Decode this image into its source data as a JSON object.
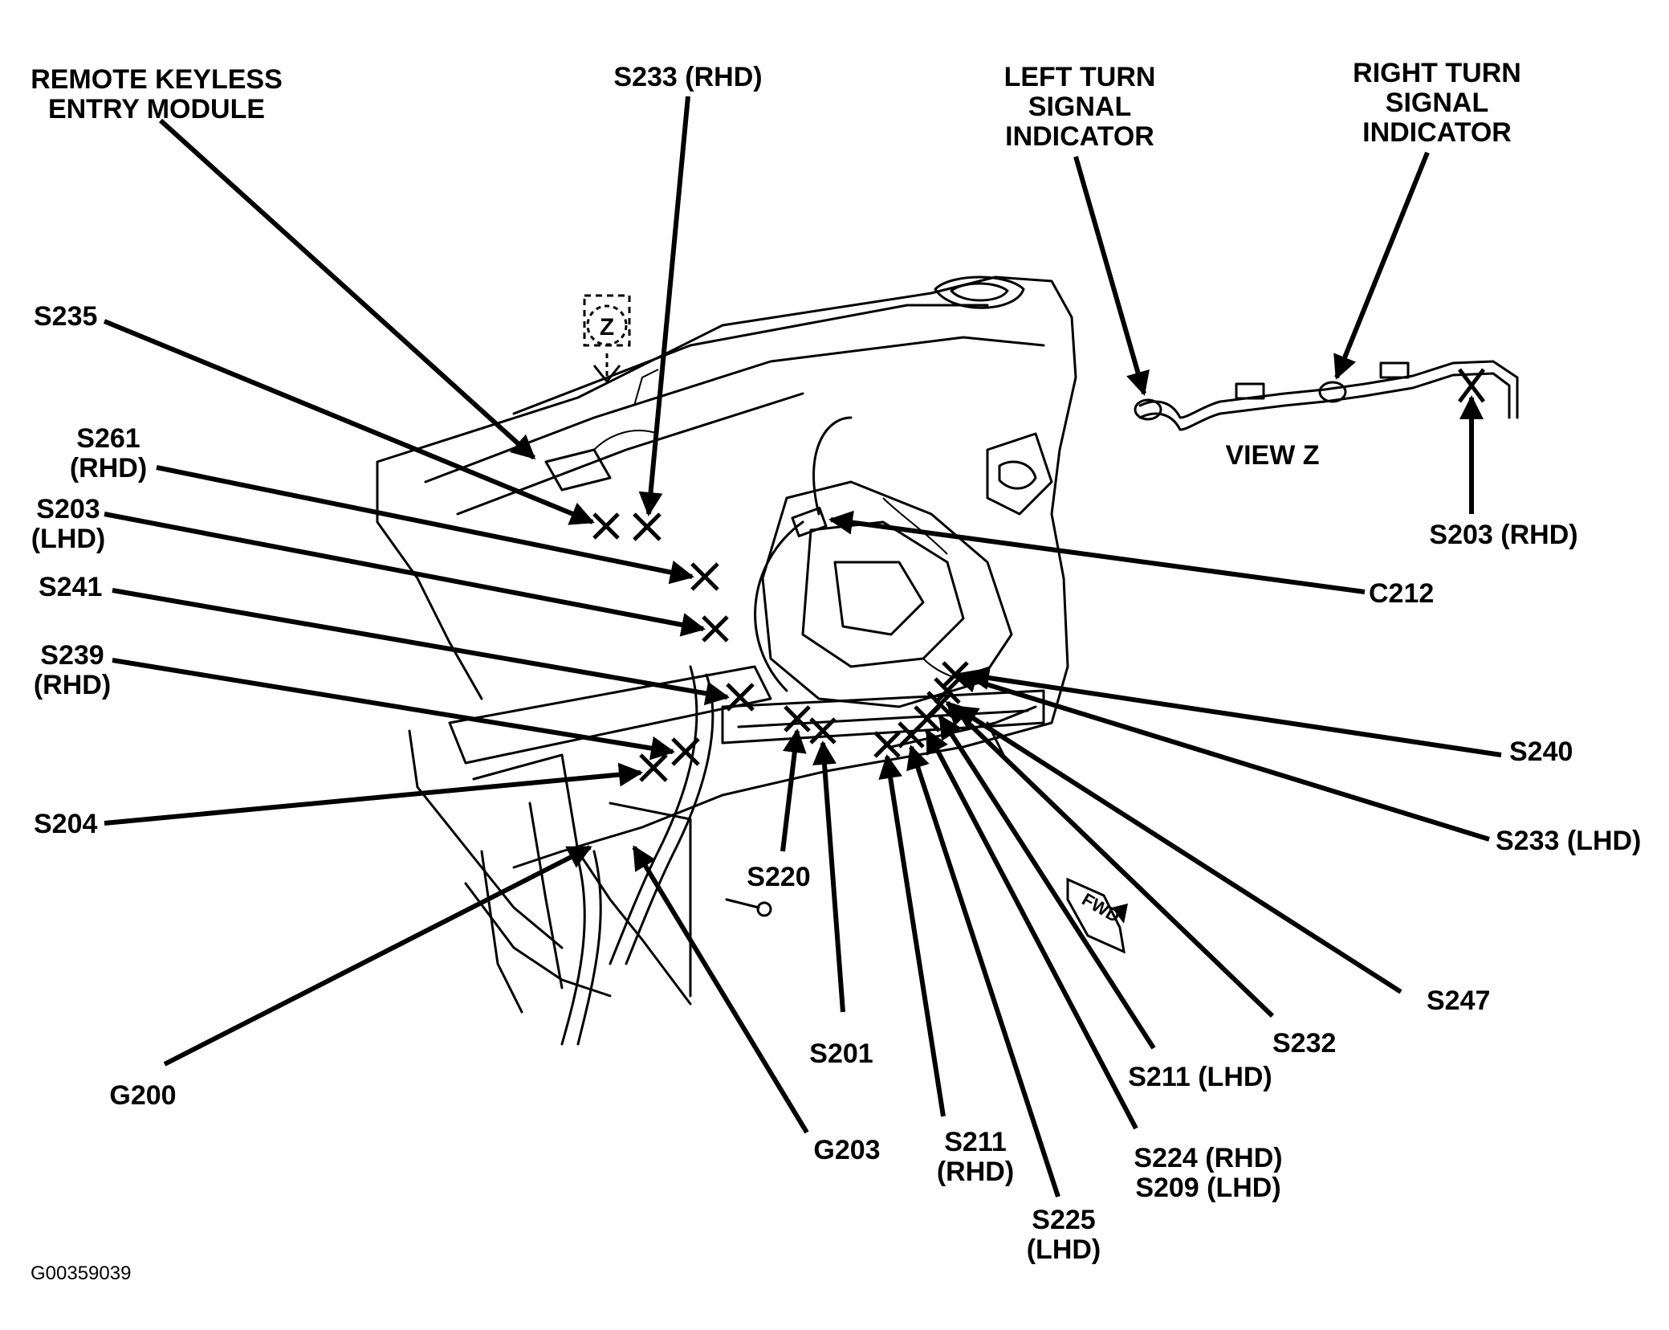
{
  "labels": {
    "remote_keyless_1": "REMOTE KEYLESS",
    "remote_keyless_2": "ENTRY MODULE",
    "s233_rhd": "S233 (RHD)",
    "left_turn_1": "LEFT TURN",
    "left_turn_2": "SIGNAL",
    "left_turn_3": "INDICATOR",
    "right_turn_1": "RIGHT TURN",
    "right_turn_2": "SIGNAL",
    "right_turn_3": "INDICATOR",
    "s235": "S235",
    "z_marker": "Z",
    "view_z": "VIEW Z",
    "s261_1": "S261",
    "s261_2": "(RHD)",
    "s203_lhd_1": "S203",
    "s203_lhd_2": "(LHD)",
    "s203_rhd": "S203 (RHD)",
    "c212": "C212",
    "s241": "S241",
    "s239_1": "S239",
    "s239_2": "(RHD)",
    "s240": "S240",
    "s233_lhd": "S233 (LHD)",
    "s204": "S204",
    "s220": "S220",
    "fwd": "FWD",
    "s247": "S247",
    "s232": "S232",
    "s201": "S201",
    "s211_lhd": "S211 (LHD)",
    "g200": "G200",
    "g203": "G203",
    "s211_rhd_1": "S211",
    "s211_rhd_2": "(RHD)",
    "s224_rhd": "S224 (RHD)",
    "s209_lhd": "S209 (LHD)",
    "s225_1": "S225",
    "s225_2": "(LHD)",
    "figure_id": "G00359039"
  }
}
